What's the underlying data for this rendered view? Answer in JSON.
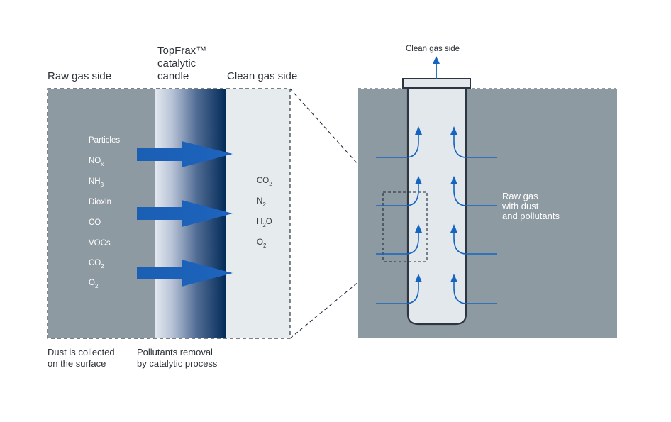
{
  "headers": {
    "raw_gas_side": "Raw gas side",
    "candle_line1": "TopFrax™",
    "candle_line2": "catalytic",
    "candle_line3": "candle",
    "clean_gas_side": "Clean gas side"
  },
  "pollutants_in": [
    {
      "base": "Particles",
      "sub": ""
    },
    {
      "base": "NO",
      "sub": "x"
    },
    {
      "base": "NH",
      "sub": "3"
    },
    {
      "base": "Dioxin",
      "sub": ""
    },
    {
      "base": "CO",
      "sub": ""
    },
    {
      "base": "VOCs",
      "sub": ""
    },
    {
      "base": "CO",
      "sub": "2"
    },
    {
      "base": "O",
      "sub": "2"
    }
  ],
  "clean_out": [
    {
      "base": "CO",
      "sub": "2"
    },
    {
      "base": "N",
      "sub": "2"
    },
    {
      "base": "H",
      "sub": "2",
      "tail": "O"
    },
    {
      "base": "O",
      "sub": "2"
    }
  ],
  "captions": {
    "dust_line1": "Dust is collected",
    "dust_line2": "on the surface",
    "removal_line1": "Pollutants removal",
    "removal_line2": "by catalytic process"
  },
  "right_panel": {
    "clean_gas_label": "Clean gas side",
    "raw_gas_line1": "Raw gas",
    "raw_gas_line2": "with dust",
    "raw_gas_line3": "and pollutants"
  },
  "colors": {
    "raw_panel": "#8e9aa1",
    "clean_panel": "#e6ebee",
    "candle_light": "#dfe5ee",
    "candle_dark": "#062f5c",
    "arrow_blue": "#1a5fb4",
    "flow_blue": "#1565c0",
    "candle_body": "#e3e8ed",
    "outline": "#2d3640"
  }
}
